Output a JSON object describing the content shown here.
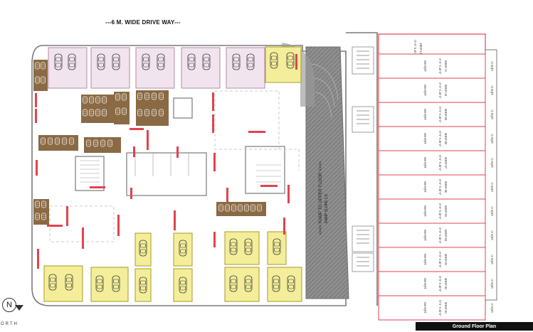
{
  "title": "---6 M. WIDE DRIVE WAY---",
  "plan_label": "Ground Floor Plan",
  "north": {
    "letter": "N",
    "label": "ORTH"
  },
  "ramp_text": "<<<< RAMP TO UPPER FLOOR >>>>",
  "ramp_text2": "RAMP SLOPE 1:8",
  "colors": {
    "wall": "#7a7a7a",
    "pink_bay": "#f1e4ee",
    "yellow_bay": "#f4ee9a",
    "brown_bay": "#8a6a44",
    "red_column": "#e0434f",
    "shop_border": "#e0434f",
    "ramp": "#8f8f8f",
    "dashed": "#bdbdbd"
  },
  "shops": [
    {
      "name": "SHOP-11",
      "size": "15'-0\" X 40'-0\"",
      "area": "600 SQFT",
      "width_note": "15 SQFT"
    },
    {
      "name": "SHOP-10",
      "size": "15'-0\" X 40'-0\"",
      "area": "600 SQFT",
      "width_note": "15 SQFT"
    },
    {
      "name": "SHOP-09",
      "size": "15'-0\" X 40'-0\"",
      "area": "600 SQFT",
      "width_note": "15 SQFT"
    },
    {
      "name": "SHOP-08",
      "size": "15'-0\" X 40'-0\"",
      "area": "600 SQFT",
      "width_note": "15 SQFT"
    },
    {
      "name": "SHOP-07",
      "size": "15'-0\" X 40'-0\"",
      "area": "600 SQFT",
      "width_note": "15 SQFT"
    },
    {
      "name": "SHOP-06",
      "size": "15'-0\" X 40'-0\"",
      "area": "600 SQFT",
      "width_note": "15 SQFT"
    },
    {
      "name": "SHOP-05",
      "size": "15'-0\" X 40'-0\"",
      "area": "600 SQFT",
      "width_note": "15 SQFT"
    },
    {
      "name": "SHOP-04",
      "size": "15'-0\" X 40'-0\"",
      "area": "600 SQFT",
      "width_note": "15 SQFT"
    },
    {
      "name": "SHOP-03",
      "size": "15'-0\" X 40'-0\"",
      "area": "600 SQFT",
      "width_note": "15 SQFT"
    },
    {
      "name": "SHOP-02",
      "size": "15'-0\" X 40'-0\"",
      "area": "600 SQFT",
      "width_note": "15 SQFT"
    },
    {
      "name": "SHOP-01",
      "size": "15'-0\" X 40'-0\"",
      "area": "600 SQFT",
      "width_note": "15 SQFT"
    }
  ],
  "top_shop": {
    "name": "SHOP-12",
    "size": "15'-0\" X 40'-0\""
  }
}
